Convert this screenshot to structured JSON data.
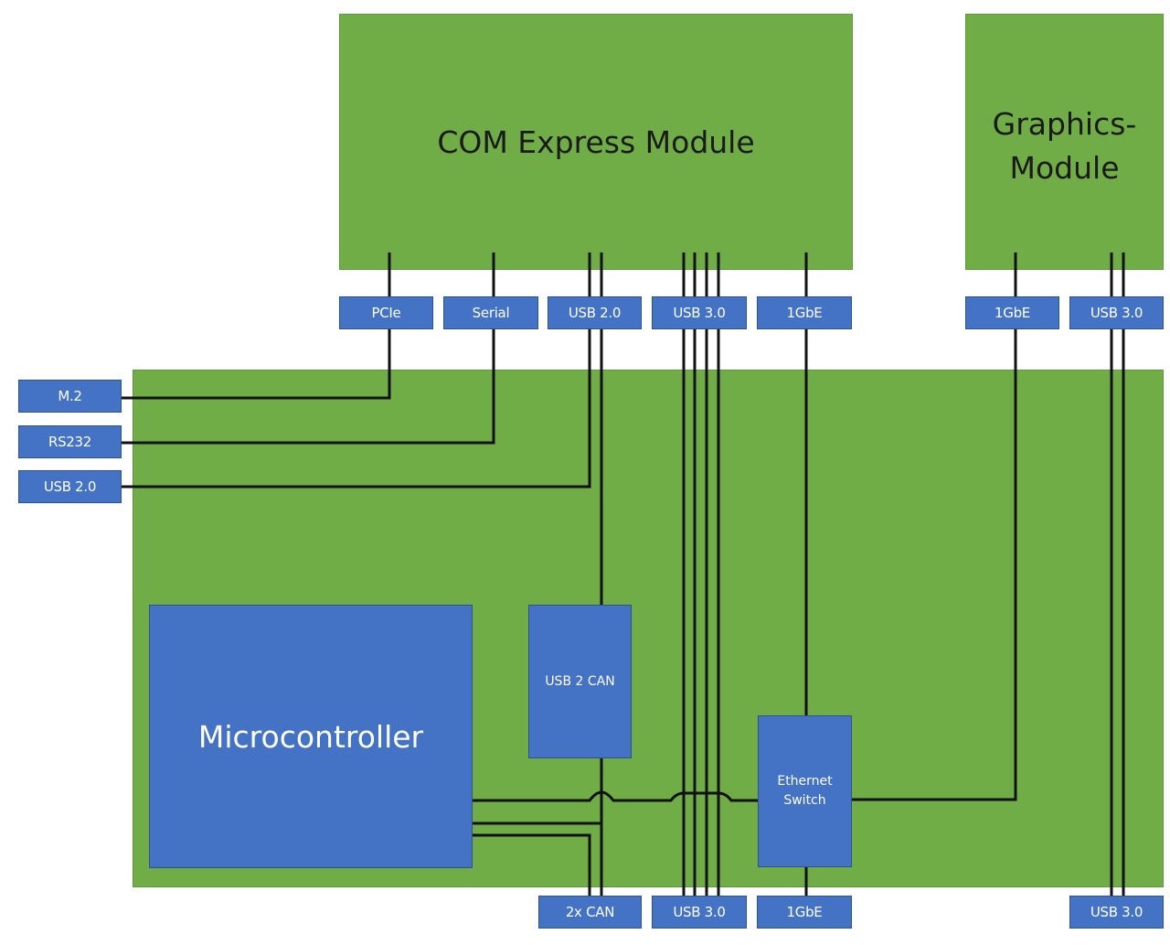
{
  "diagram": {
    "colors": {
      "module_green": "#70ad47",
      "component_blue": "#4472c4",
      "wire": "#111111"
    },
    "com_express": {
      "label": "COM Express Module"
    },
    "graphics_module": {
      "label": "Graphics-\nModule",
      "line1": "Graphics-",
      "line2": "Module"
    },
    "com_ports": [
      {
        "label": "PCIe"
      },
      {
        "label": "Serial"
      },
      {
        "label": "USB 2.0"
      },
      {
        "label": "USB 3.0"
      },
      {
        "label": "1GbE"
      }
    ],
    "graphics_ports": [
      {
        "label": "1GbE"
      },
      {
        "label": "USB 3.0"
      }
    ],
    "left_connectors": [
      {
        "label": "M.2"
      },
      {
        "label": "RS232"
      },
      {
        "label": "USB 2.0"
      }
    ],
    "carrier_components": {
      "microcontroller": "Microcontroller",
      "usb2can": "USB 2 CAN",
      "ethernet_switch_line1": "Ethernet",
      "ethernet_switch_line2": "Switch"
    },
    "bottom_connectors": [
      {
        "label": "2x CAN"
      },
      {
        "label": "USB 3.0"
      },
      {
        "label": "1GbE"
      },
      {
        "label": "USB 3.0"
      }
    ]
  }
}
